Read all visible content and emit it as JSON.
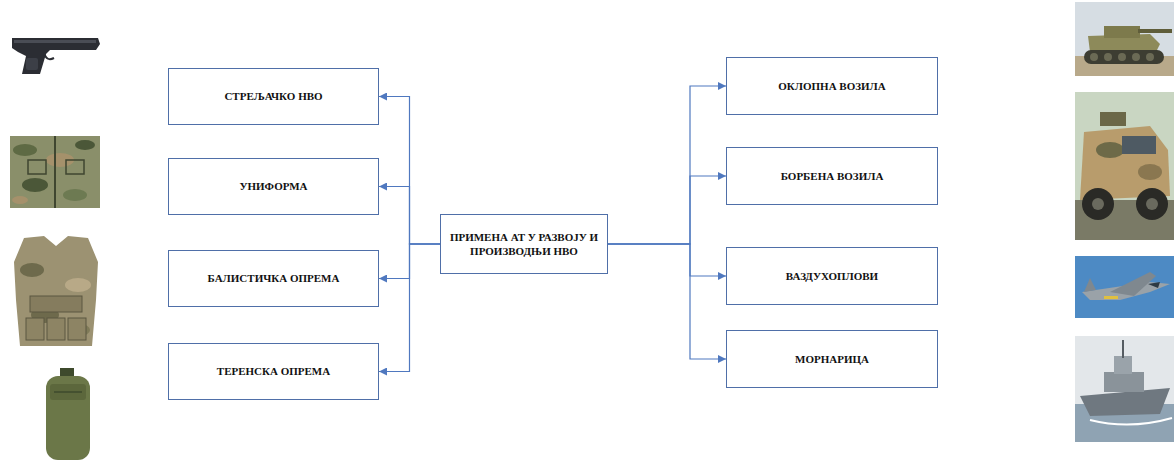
{
  "diagram": {
    "nodes": [
      {
        "text": [
          "ПРИМЕНА АТ У РАЗВОЈУ И ПРОИЗВОДЊИ НВО"
        ]
      },
      {
        "text": [
          "СТРЕЉАЧКО НВО"
        ]
      },
      {
        "text": [
          "УНИФОРМА"
        ]
      },
      {
        "text": [
          "БАЛИСТИЧКА ОПРЕМА"
        ]
      },
      {
        "text": [
          "ТЕРЕНСКА ОПРЕМА"
        ]
      },
      {
        "text": [
          "ОКЛОПНА ВОЗИЛА"
        ]
      },
      {
        "text": [
          "БОРБЕНА ВОЗИЛА"
        ]
      },
      {
        "text": [
          "ВАЗДУХОПЛОВИ"
        ]
      },
      {
        "text": [
          "МОРНАРИЦА"
        ]
      }
    ],
    "edges": [
      {
        "from": 0,
        "to": 1,
        "arrow": "to"
      },
      {
        "from": 0,
        "to": 2,
        "arrow": "to"
      },
      {
        "from": 0,
        "to": 3,
        "arrow": "to"
      },
      {
        "from": 0,
        "to": 4,
        "arrow": "to"
      },
      {
        "from": 0,
        "to": 5,
        "arrow": "to"
      },
      {
        "from": 0,
        "to": 6,
        "arrow": "to"
      },
      {
        "from": 0,
        "to": 7,
        "arrow": "to"
      },
      {
        "from": 0,
        "to": 8,
        "arrow": "to"
      }
    ]
  }
}
